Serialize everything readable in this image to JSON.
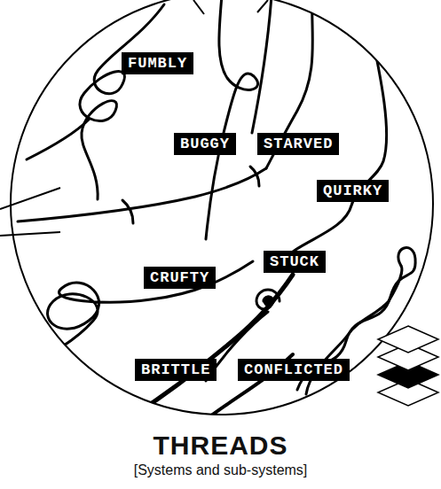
{
  "diagram": {
    "title": "THREADS",
    "caption": "[Systems and sub-systems]",
    "nodes": [
      {
        "text": [
          "FUMBLY"
        ]
      },
      {
        "text": [
          "BUGGY"
        ]
      },
      {
        "text": [
          "STARVED"
        ]
      },
      {
        "text": [
          "QUIRKY"
        ]
      },
      {
        "text": [
          "CRUFTY"
        ]
      },
      {
        "text": [
          "STUCK"
        ]
      },
      {
        "text": [
          "BRITTLE"
        ]
      },
      {
        "text": [
          "CONFLICTED"
        ]
      }
    ]
  }
}
